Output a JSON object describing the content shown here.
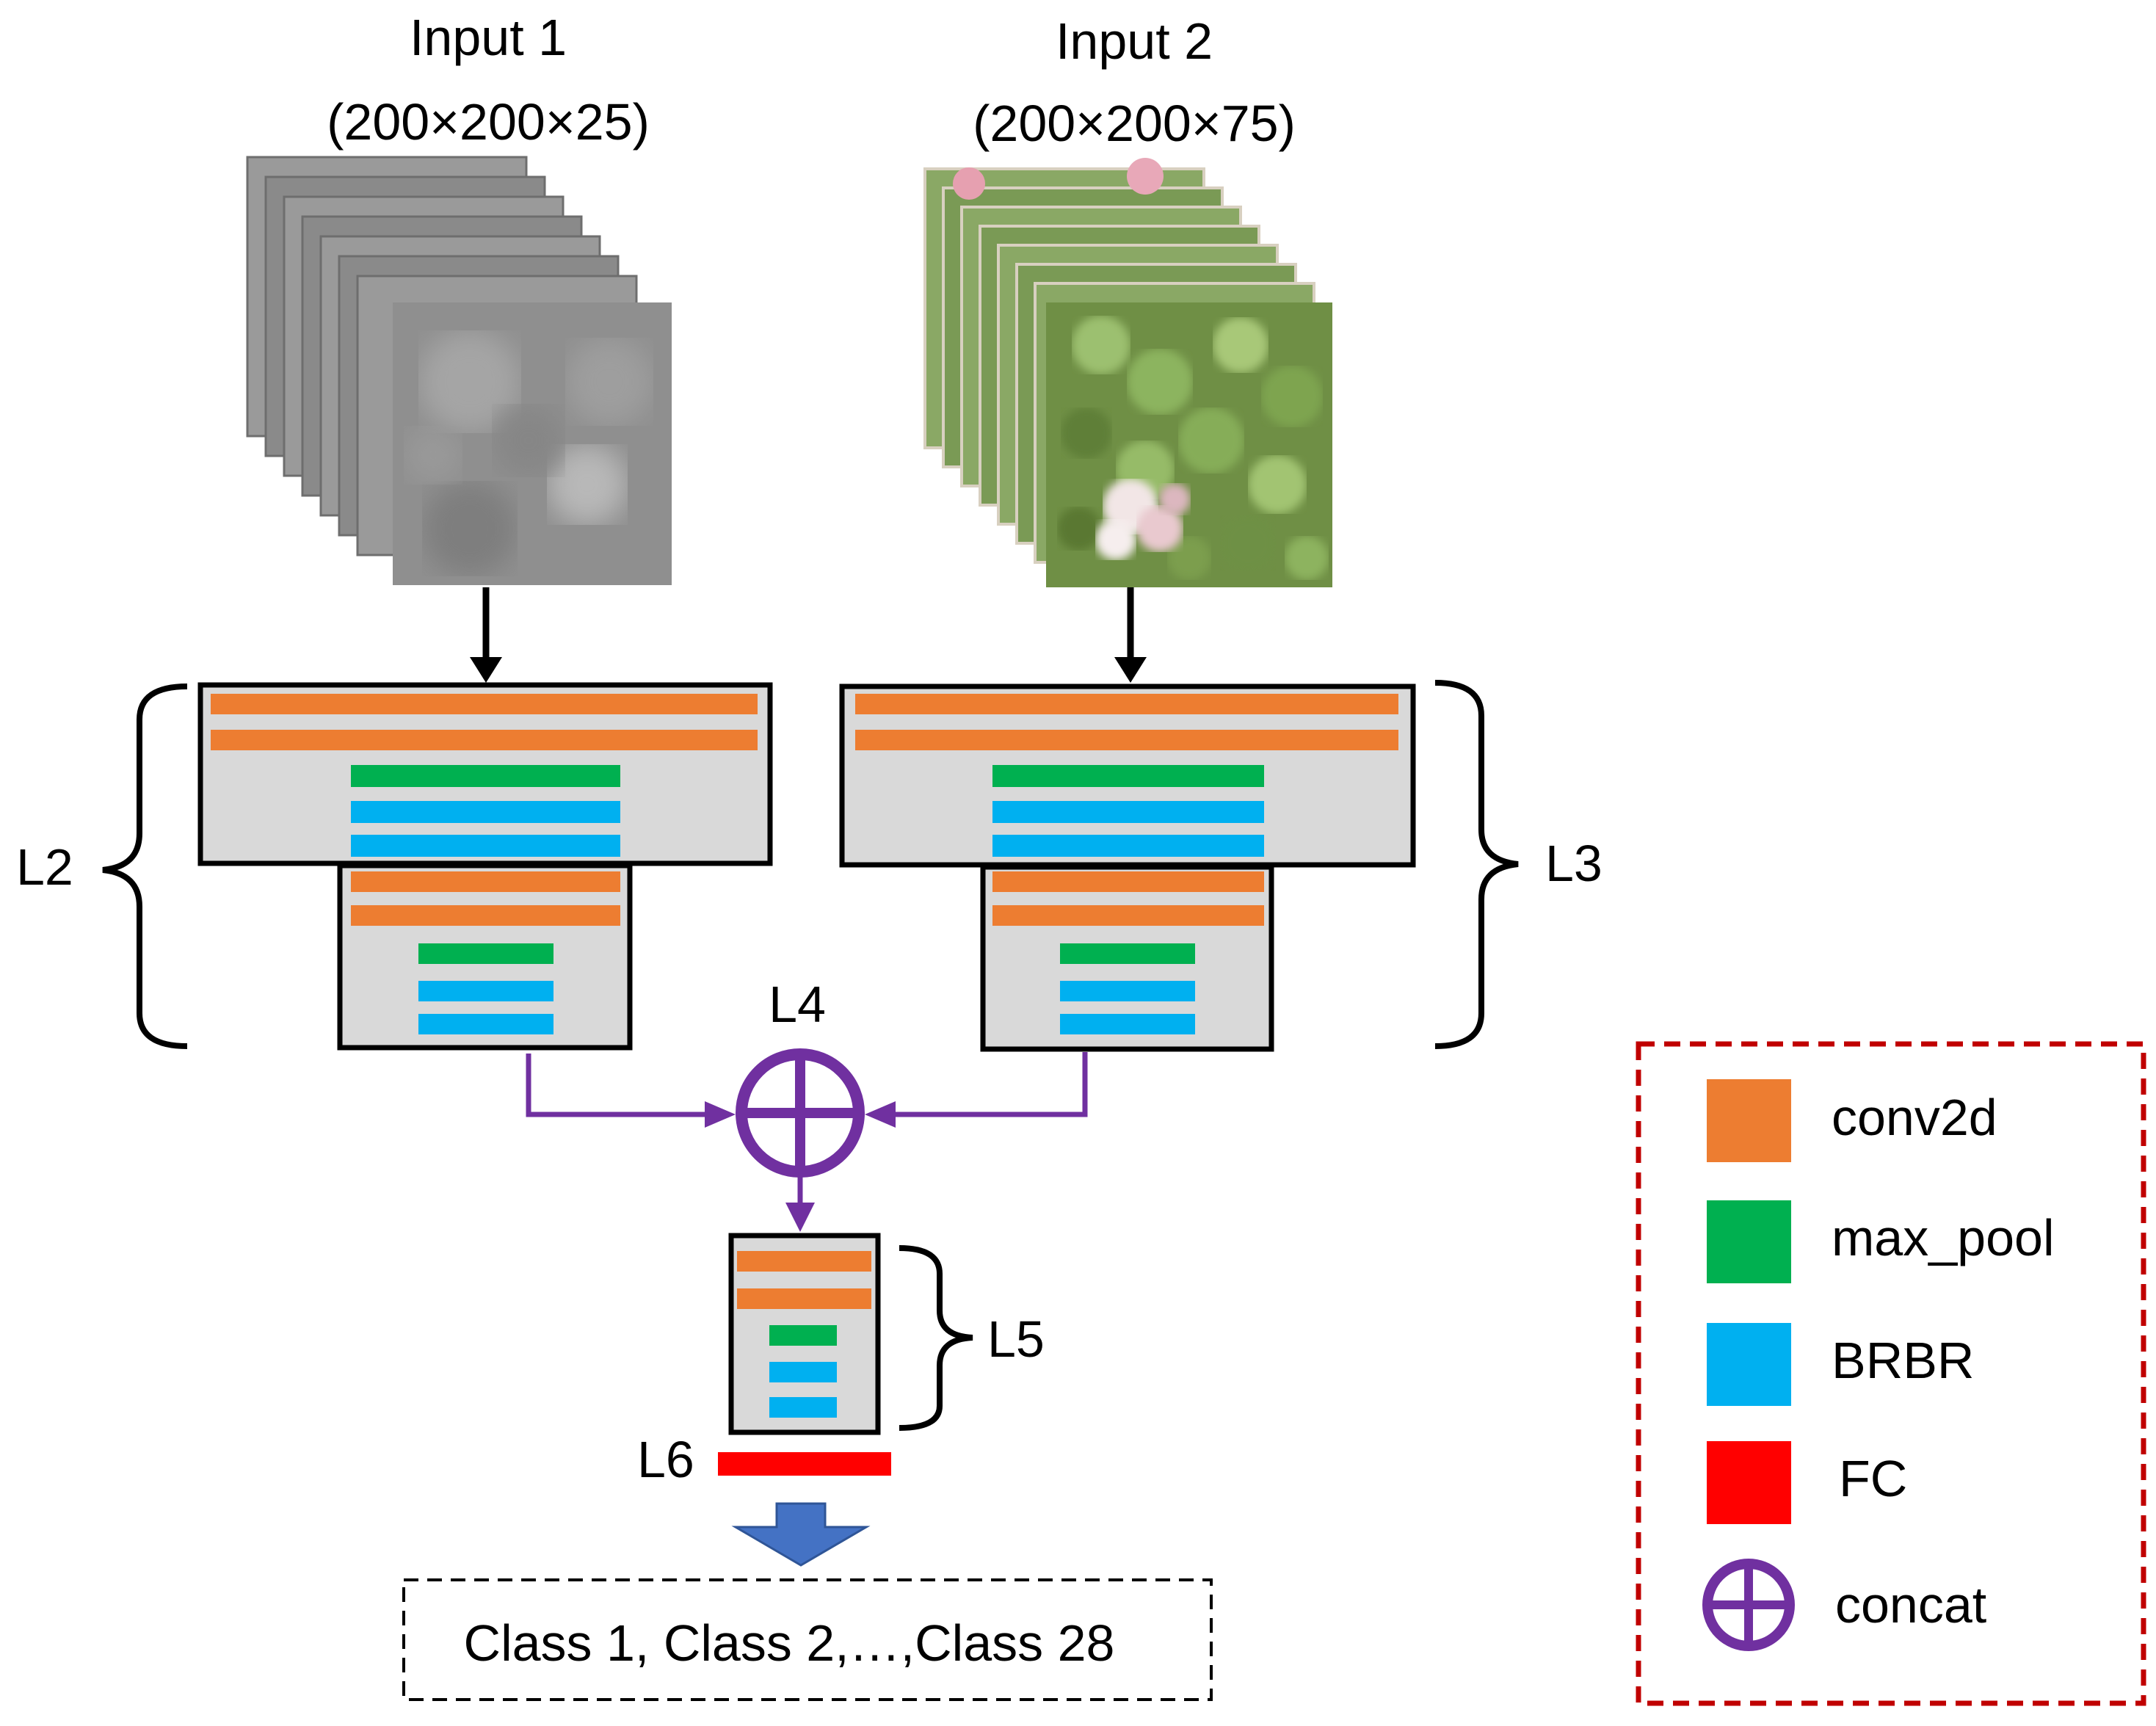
{
  "inputs": [
    {
      "title": "Input 1",
      "shape": "(200×200×25)"
    },
    {
      "title": "Input 2",
      "shape": "(200×200×75)"
    }
  ],
  "layers": {
    "l2": "L2",
    "l3": "L3",
    "l4": "L4",
    "l5": "L5",
    "l6": "L6"
  },
  "output_text": "Class 1, Class 2,…,Class 28",
  "legend": {
    "items": [
      {
        "label": "conv2d",
        "color": "#ED7D31",
        "icon": "orange-square-icon"
      },
      {
        "label": "max_pool",
        "color": "#00B050",
        "icon": "green-square-icon"
      },
      {
        "label": "BRBR",
        "color": "#00B0F0",
        "icon": "blue-square-icon"
      },
      {
        "label": "FC",
        "color": "#FF0000",
        "icon": "red-square-icon"
      },
      {
        "label": "concat",
        "color": "#7030A0",
        "icon": "circle-plus-icon"
      }
    ],
    "border_color": "#C00000"
  },
  "colors": {
    "conv2d": "#ED7D31",
    "max_pool": "#00B050",
    "brbr": "#00B0F0",
    "fc": "#FF0000",
    "concat": "#7030A0",
    "block_fill": "#D9D9D9",
    "down_arrow": "#4472C4"
  }
}
